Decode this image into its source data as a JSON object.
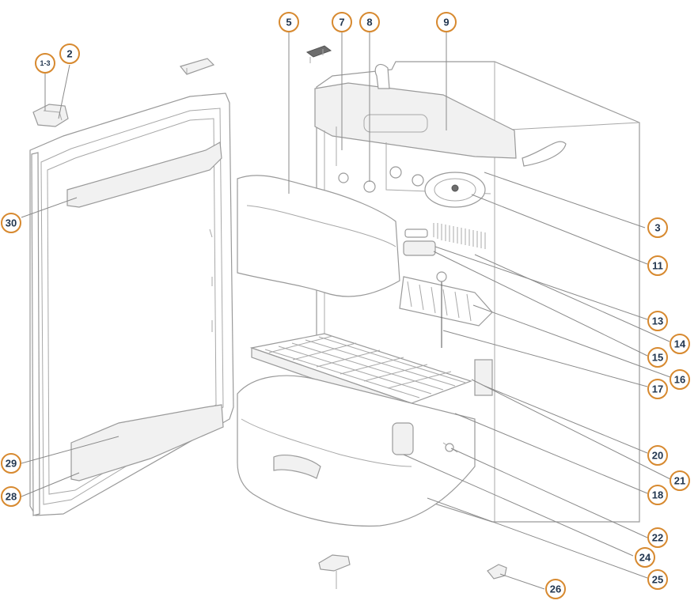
{
  "diagram": {
    "accent_color": "#d7892f",
    "label_color": "#22364f",
    "callouts": [
      {
        "id": "c1-3",
        "label": "1-3"
      },
      {
        "id": "c2",
        "label": "2"
      },
      {
        "id": "c5",
        "label": "5"
      },
      {
        "id": "c7",
        "label": "7"
      },
      {
        "id": "c8",
        "label": "8"
      },
      {
        "id": "c9",
        "label": "9"
      },
      {
        "id": "c30",
        "label": "30"
      },
      {
        "id": "c3",
        "label": "3"
      },
      {
        "id": "c11",
        "label": "11"
      },
      {
        "id": "c13",
        "label": "13"
      },
      {
        "id": "c14",
        "label": "14"
      },
      {
        "id": "c15",
        "label": "15"
      },
      {
        "id": "c16",
        "label": "16"
      },
      {
        "id": "c17",
        "label": "17"
      },
      {
        "id": "c20",
        "label": "20"
      },
      {
        "id": "c21",
        "label": "21"
      },
      {
        "id": "c18",
        "label": "18"
      },
      {
        "id": "c29",
        "label": "29"
      },
      {
        "id": "c28",
        "label": "28"
      },
      {
        "id": "c22",
        "label": "22"
      },
      {
        "id": "c24",
        "label": "24"
      },
      {
        "id": "c25",
        "label": "25"
      },
      {
        "id": "c26",
        "label": "26"
      }
    ]
  }
}
